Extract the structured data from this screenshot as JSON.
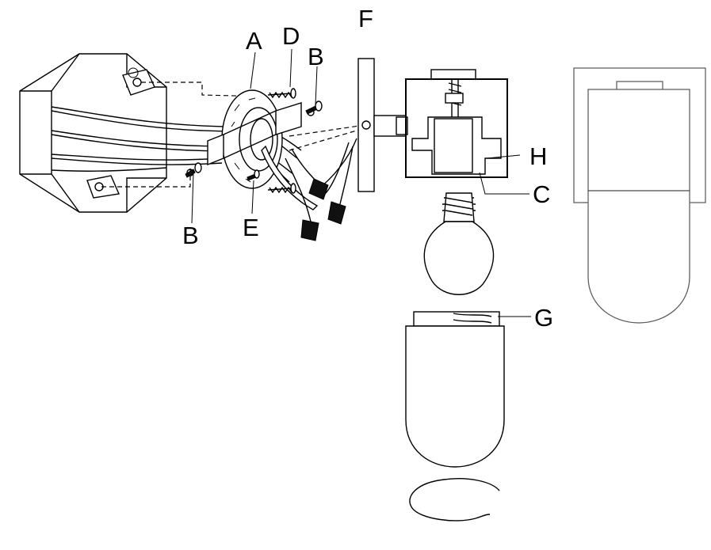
{
  "labels": {
    "a": "A",
    "b_top": "B",
    "b_bottom": "B",
    "c": "C",
    "d": "D",
    "e": "E",
    "f": "F",
    "g": "G",
    "h": "H"
  }
}
